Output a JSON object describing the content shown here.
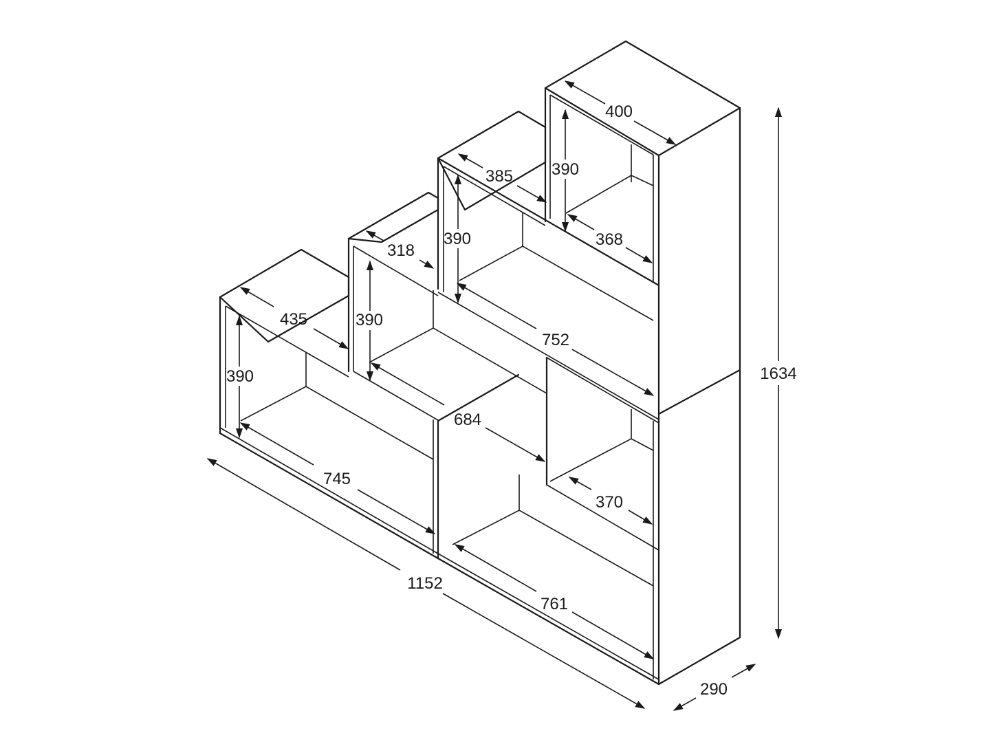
{
  "diagram": {
    "dimensions": {
      "top_width_400": "400",
      "top_height_390": "390",
      "top_inner_368": "368",
      "third_width_385": "385",
      "third_height_390": "390",
      "second_width_318": "318",
      "second_height_390": "390",
      "span_752": "752",
      "first_width_435": "435",
      "first_height_390": "390",
      "span_684": "684",
      "span_745": "745",
      "inner_370": "370",
      "total_width_1152": "1152",
      "span_761": "761",
      "total_height_1634": "1634",
      "depth_290": "290"
    }
  }
}
